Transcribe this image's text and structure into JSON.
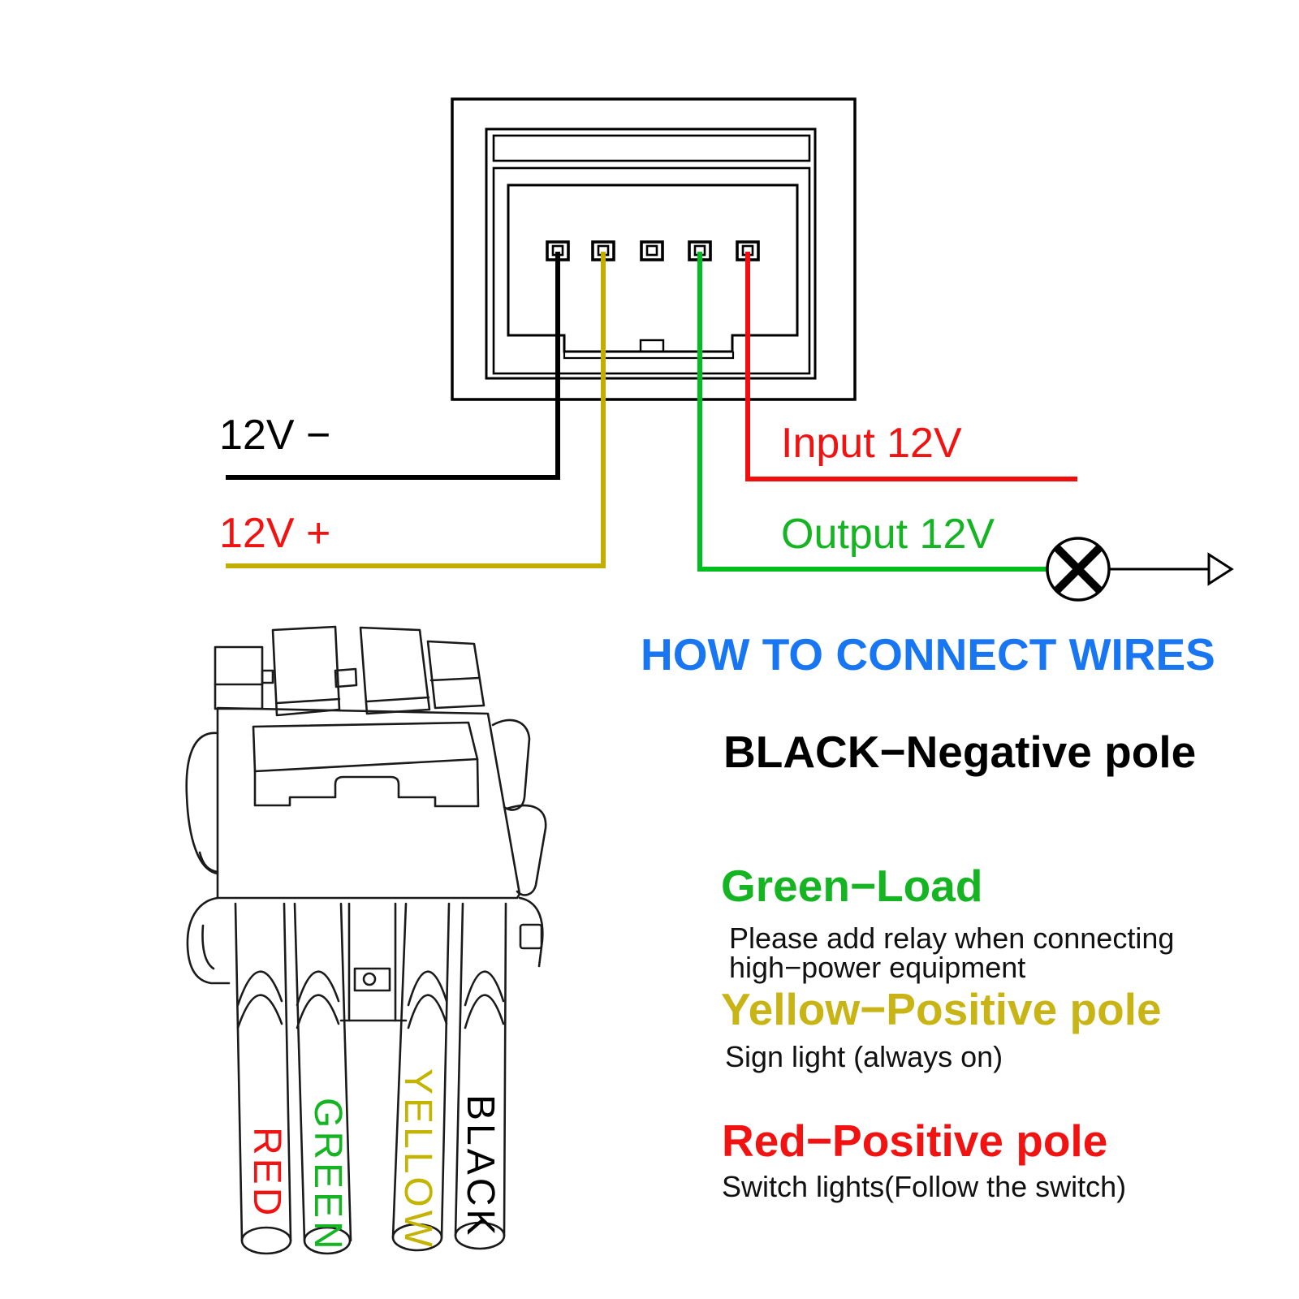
{
  "title": "HOW TO CONNECT WIRES",
  "wiring_labels": {
    "negative": "12V −",
    "positive": "12V +",
    "input": "Input 12V",
    "output": "Output 12V"
  },
  "plug_wire_labels": {
    "red": "RED",
    "green": "GREEN",
    "yellow": "YELLOW",
    "black": "BLACK"
  },
  "legend": {
    "black": {
      "heading": "BLACK−Negative pole"
    },
    "green": {
      "heading": "Green−Load",
      "note_line1": "Please add relay when connecting",
      "note_line2": "high−power equipment"
    },
    "yellow": {
      "heading": "Yellow−Positive pole",
      "note": "Sign light (always on)"
    },
    "red": {
      "heading": "Red−Positive pole",
      "note": "Switch lights(Follow the switch)"
    }
  },
  "colors": {
    "heading_blue": "#1876F2",
    "red": "#F11212",
    "green_text": "#15B422",
    "yellow_text": "#C8B414",
    "wire_black": "#000000",
    "wire_yellow": "#C3AD00",
    "wire_green": "#00BE1E",
    "wire_red": "#F10E0E"
  },
  "icons": {
    "lamp": "lamp-circle-x",
    "arrow": "right-open-arrow"
  }
}
